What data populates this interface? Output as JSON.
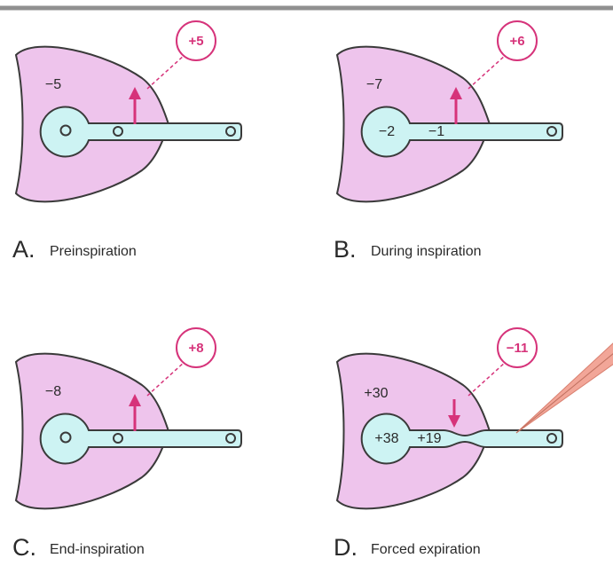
{
  "colors": {
    "pleural": "#eec4ec",
    "airway": "#cdf3f3",
    "outline": "#3a3a3a",
    "accent": "#d6337a",
    "top_rule": "#909090",
    "syringe": "#f2a698"
  },
  "panels": [
    {
      "letter": "A.",
      "caption": "Preinspiration",
      "pleural": "−5",
      "alveolar": "",
      "airway": "",
      "transmural": "+5",
      "arrow": "up",
      "collapsed": false
    },
    {
      "letter": "B.",
      "caption": "During inspiration",
      "pleural": "−7",
      "alveolar": "−2",
      "airway": "−1",
      "transmural": "+6",
      "arrow": "up",
      "collapsed": false
    },
    {
      "letter": "C.",
      "caption": "End-inspiration",
      "pleural": "−8",
      "alveolar": "",
      "airway": "",
      "transmural": "+8",
      "arrow": "up",
      "collapsed": false
    },
    {
      "letter": "D.",
      "caption": "Forced expiration",
      "pleural": "+30",
      "alveolar": "+38",
      "airway": "+19",
      "transmural": "−11",
      "arrow": "down",
      "collapsed": true
    }
  ]
}
